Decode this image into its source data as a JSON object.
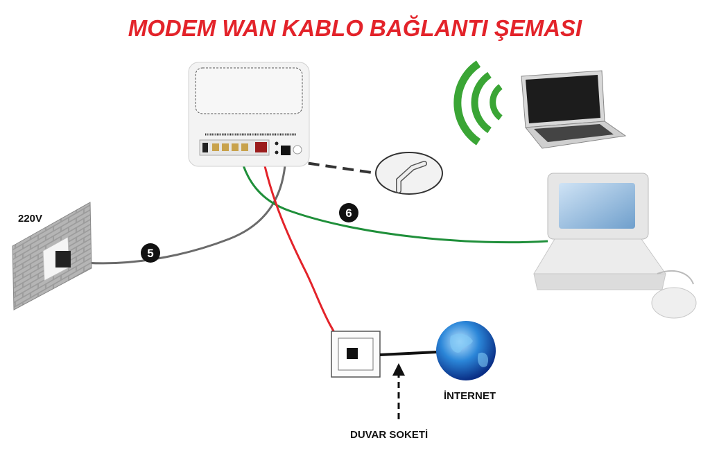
{
  "title": "MODEM WAN KABLO BAĞLANTI ŞEMASI",
  "labels": {
    "voltage": "220V",
    "internet": "İNTERNET",
    "wall_socket": "DUVAR SOKETİ"
  },
  "markers": {
    "power_cable": "5",
    "lan_cable": "6"
  },
  "colors": {
    "title": "#e3232a",
    "wan_cable": "#e3232a",
    "lan_cable": "#1f8f3a",
    "power_cable": "#6b6b6b",
    "wifi": "#3aa535"
  }
}
